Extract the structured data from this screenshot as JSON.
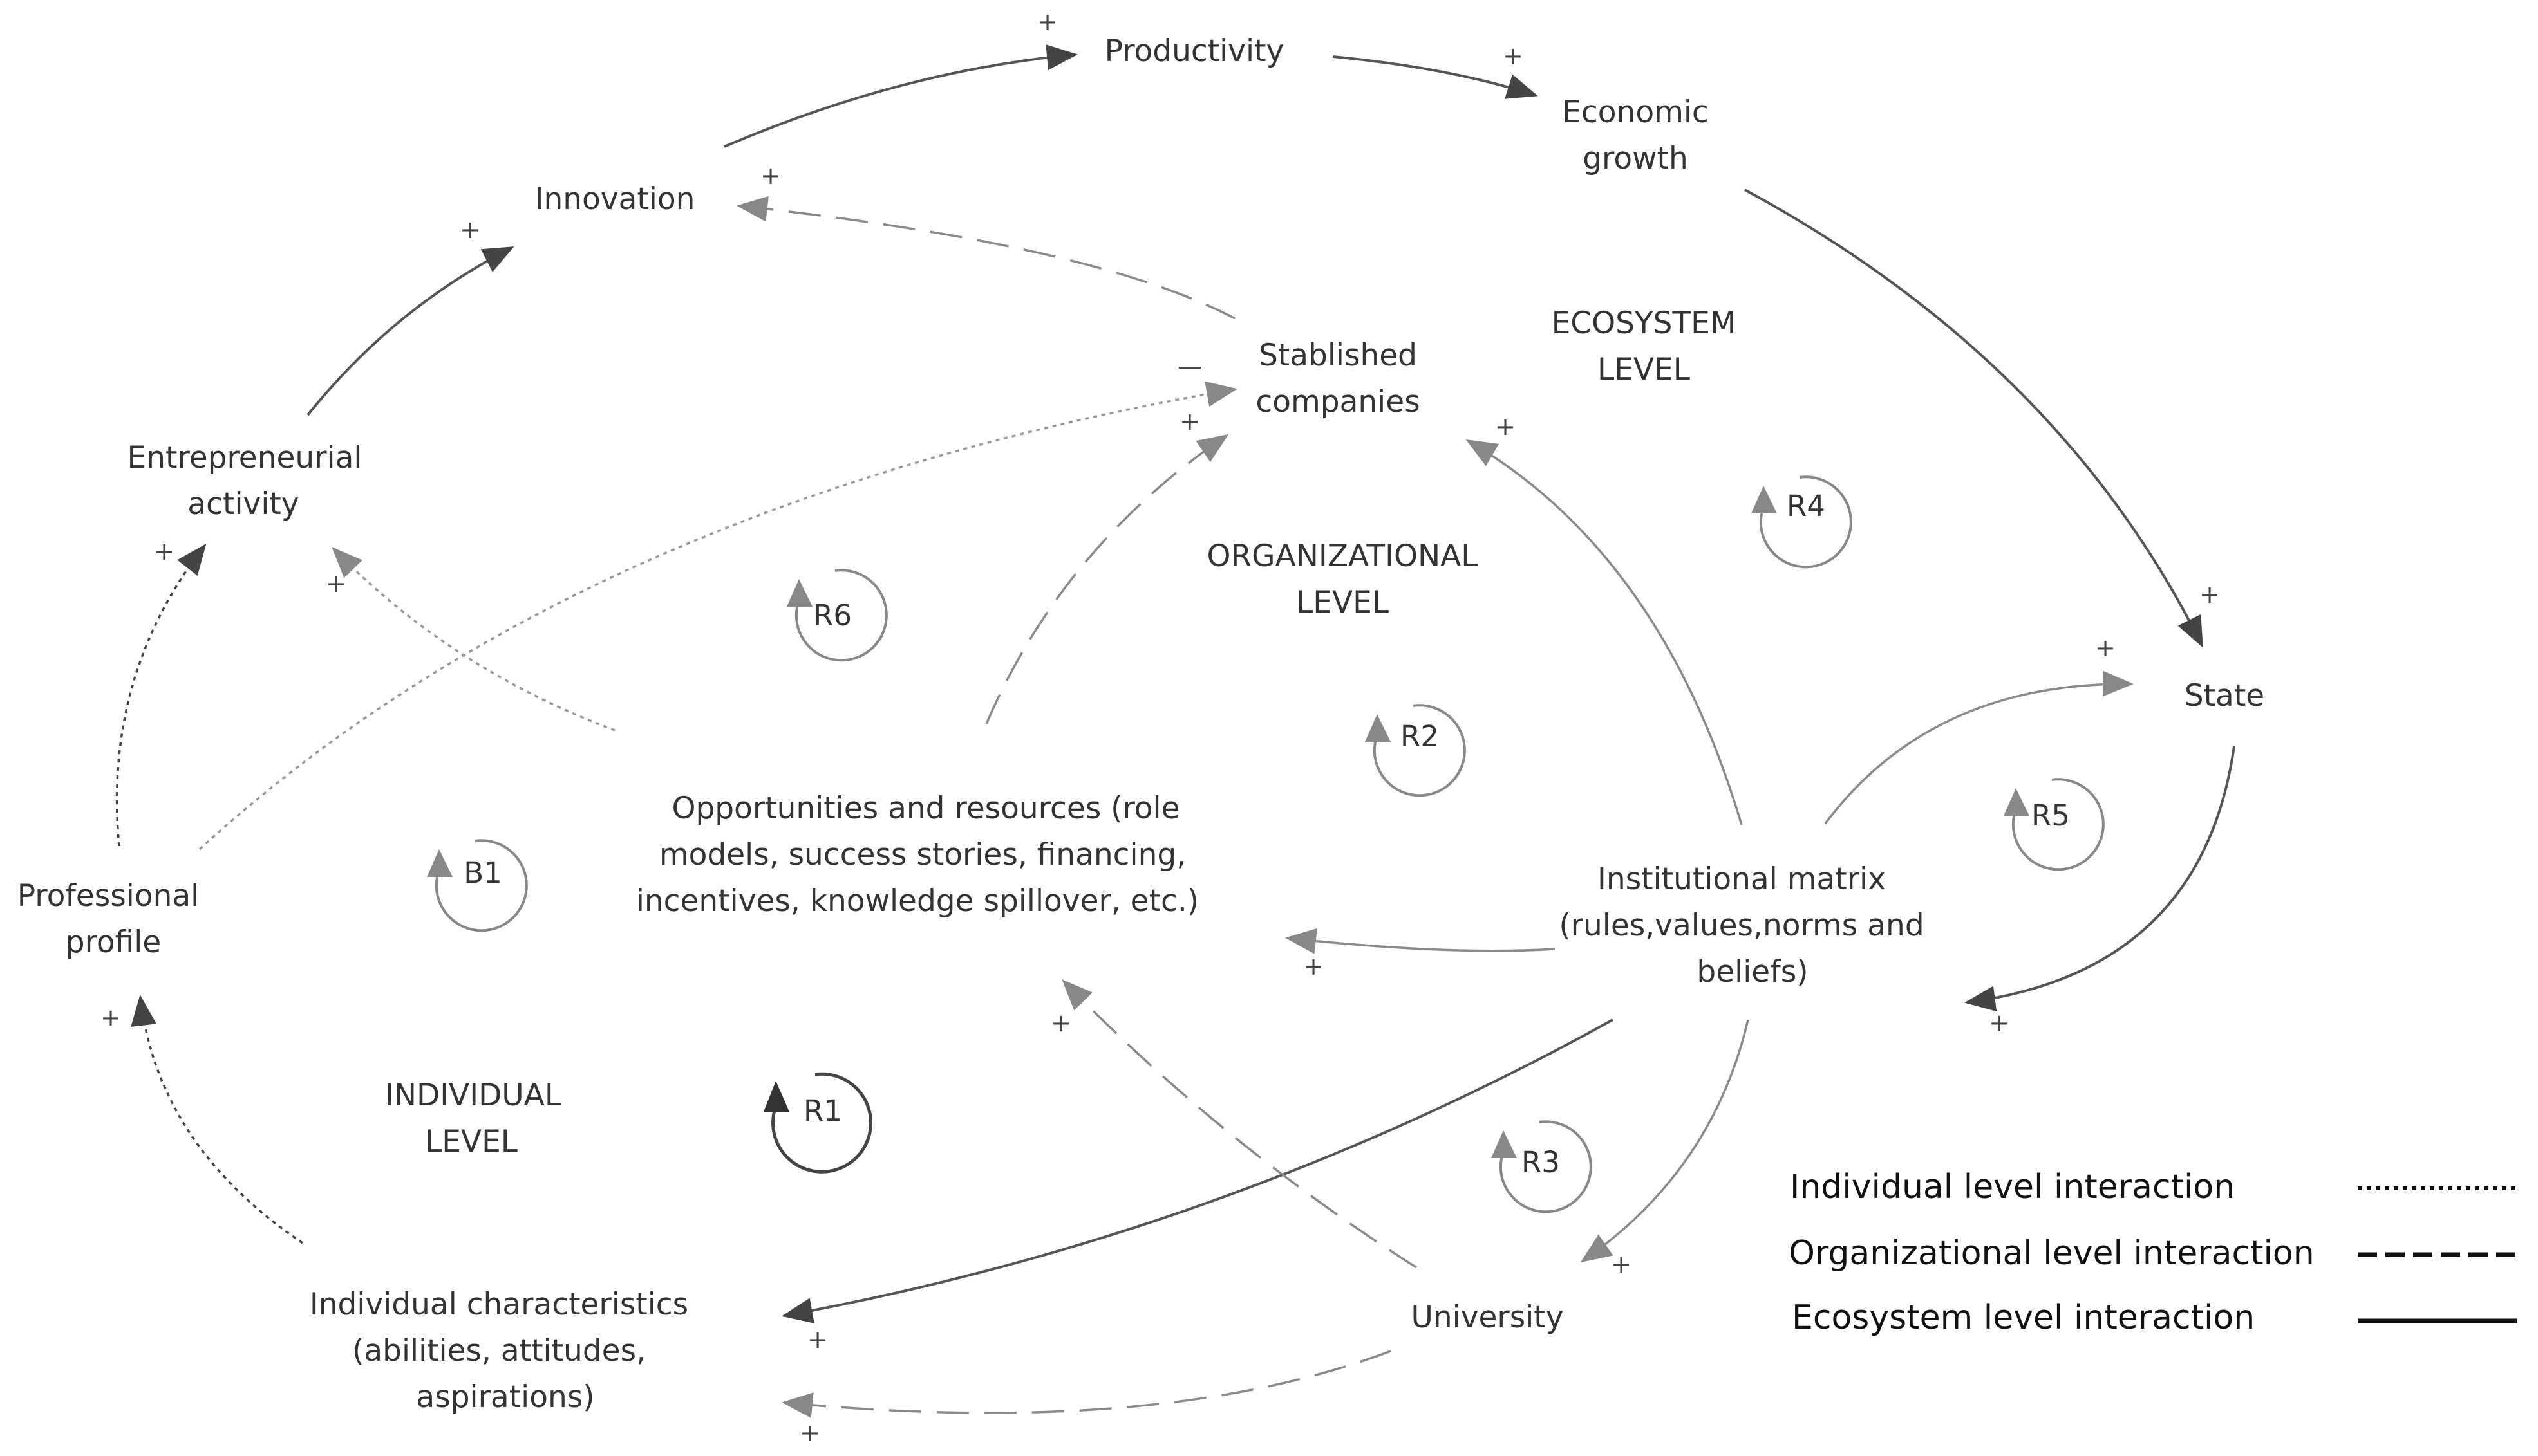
{
  "nodes": {
    "productivity": "Productivity",
    "economic_growth_1": "Economic",
    "economic_growth_2": "growth",
    "innovation": "Innovation",
    "stablished_companies_1": "Stablished",
    "stablished_companies_2": "companies",
    "entrepreneurial_activity_1": "Entrepreneurial",
    "entrepreneurial_activity_2": "activity",
    "state": "State",
    "professional_profile_1": "Professional",
    "professional_profile_2": "profile",
    "opportunities_1": "Opportunities and resources (role",
    "opportunities_2": "models, success stories, financing,",
    "opportunities_3": "incentives, knowledge spillover, etc.)",
    "institutional_matrix_1": "Institutional matrix",
    "institutional_matrix_2": "(rules,values,norms and",
    "institutional_matrix_3": "beliefs)",
    "individual_characteristics_1": "Individual characteristics",
    "individual_characteristics_2": "(abilities, attitudes,",
    "individual_characteristics_3": "aspirations)",
    "university": "University"
  },
  "levels": {
    "ecosystem_1": "ECOSYSTEM",
    "ecosystem_2": "LEVEL",
    "organizational_1": "ORGANIZATIONAL",
    "organizational_2": "LEVEL",
    "individual_1": "INDIVIDUAL",
    "individual_2": "LEVEL"
  },
  "loops": {
    "r1": "R1",
    "r2": "R2",
    "r3": "R3",
    "r4": "R4",
    "r5": "R5",
    "r6": "R6",
    "b1": "B1"
  },
  "signs": {
    "plus": "+",
    "minus": "—"
  },
  "legend": {
    "individual": "Individual level interaction",
    "organizational": "Organizational level interaction",
    "ecosystem": "Ecosystem level interaction"
  }
}
